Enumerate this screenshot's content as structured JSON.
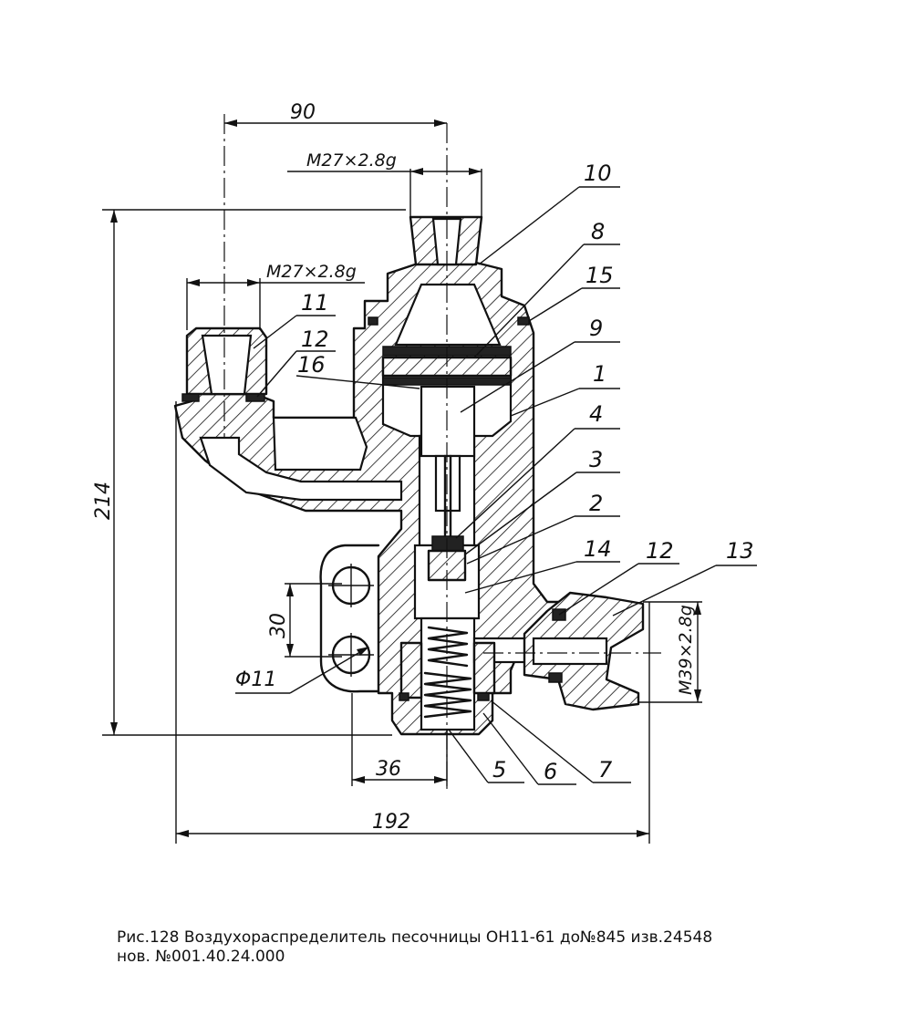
{
  "parts": [
    "1",
    "2",
    "3",
    "4",
    "5",
    "6",
    "7",
    "8",
    "9",
    "10",
    "11",
    "12",
    "12",
    "13",
    "14",
    "15",
    "16"
  ],
  "dimensions": {
    "d90": "90",
    "d214": "214",
    "d30": "30",
    "d36": "36",
    "d192": "192",
    "hole": "Φ11"
  },
  "threads": {
    "top": "M27×2.8g",
    "left": "M27×2.8g",
    "right": "M39×2.8g"
  },
  "caption": {
    "line1": "Рис.128 Воздухораспределитель песочницы ОН11-61 до№845 изв.24548",
    "line2": "нов. №001.40.24.000"
  }
}
